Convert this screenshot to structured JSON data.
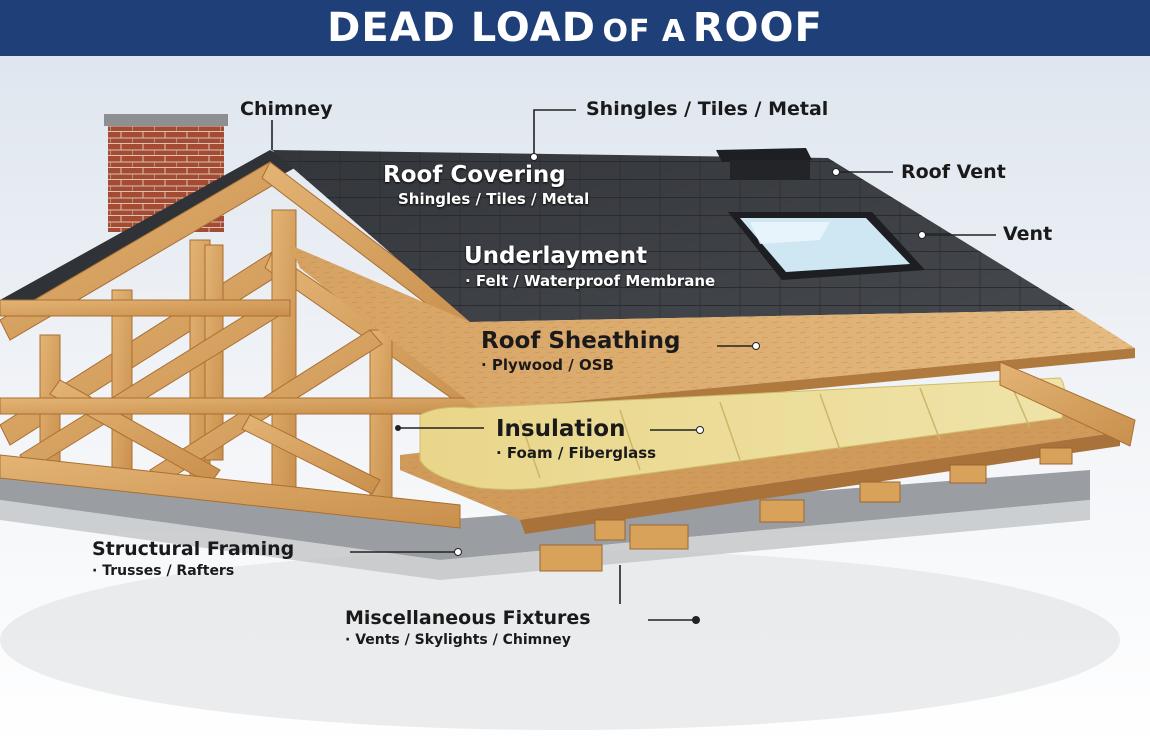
{
  "title": {
    "main": "DEAD LOAD",
    "connector": "OF A",
    "end": "ROOF"
  },
  "labels": {
    "chimney": "Chimney",
    "shingles_top": "Shingles / Tiles / Metal",
    "roof_vent": "Roof Vent",
    "vent": "Vent",
    "roof_covering": {
      "title": "Roof Covering",
      "sub": "Shingles / Tiles / Metal"
    },
    "underlayment": {
      "title": "Underlayment",
      "sub": "· Felt / Waterproof Membrane"
    },
    "roof_sheathing": {
      "title": "Roof Sheathing",
      "sub": "· Plywood / OSB"
    },
    "insulation": {
      "title": "Insulation",
      "sub": "· Foam / Fiberglass"
    },
    "structural_framing": {
      "title": "Structural Framing",
      "sub": "· Trusses / Rafters"
    },
    "misc_fixtures": {
      "title": "Miscellaneous Fixtures",
      "sub": "· Vents / Skylights / Chimney"
    }
  },
  "colors": {
    "banner": "#1f3f78",
    "shingles": "#3a3d42",
    "sheathing": "#d9a86a",
    "insulation": "#e8d98a",
    "lumber": "#d7a25e",
    "chimney_brick": "#a24a33"
  }
}
